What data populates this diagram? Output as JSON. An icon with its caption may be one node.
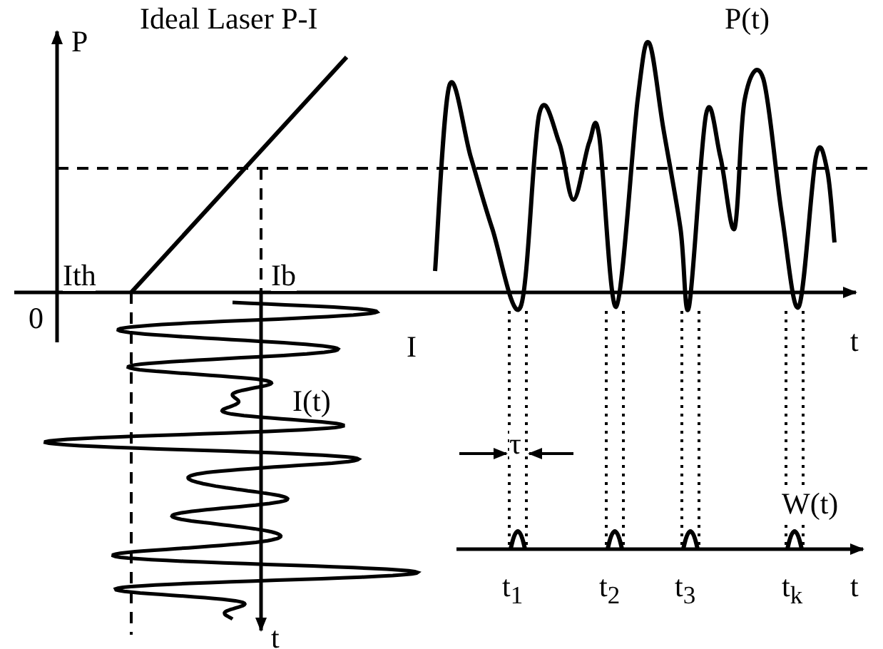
{
  "diagram": {
    "labels": [
      "Ideal Laser P-I",
      "P",
      "P(t)",
      "Ith",
      "Ib",
      "0",
      "I",
      "t",
      "I(t)",
      "τ",
      "W(t)",
      "t$_{1}$",
      "t$_{2}$",
      "t$_{3}$",
      "t$_{k}$",
      "t",
      "t"
    ]
  }
}
